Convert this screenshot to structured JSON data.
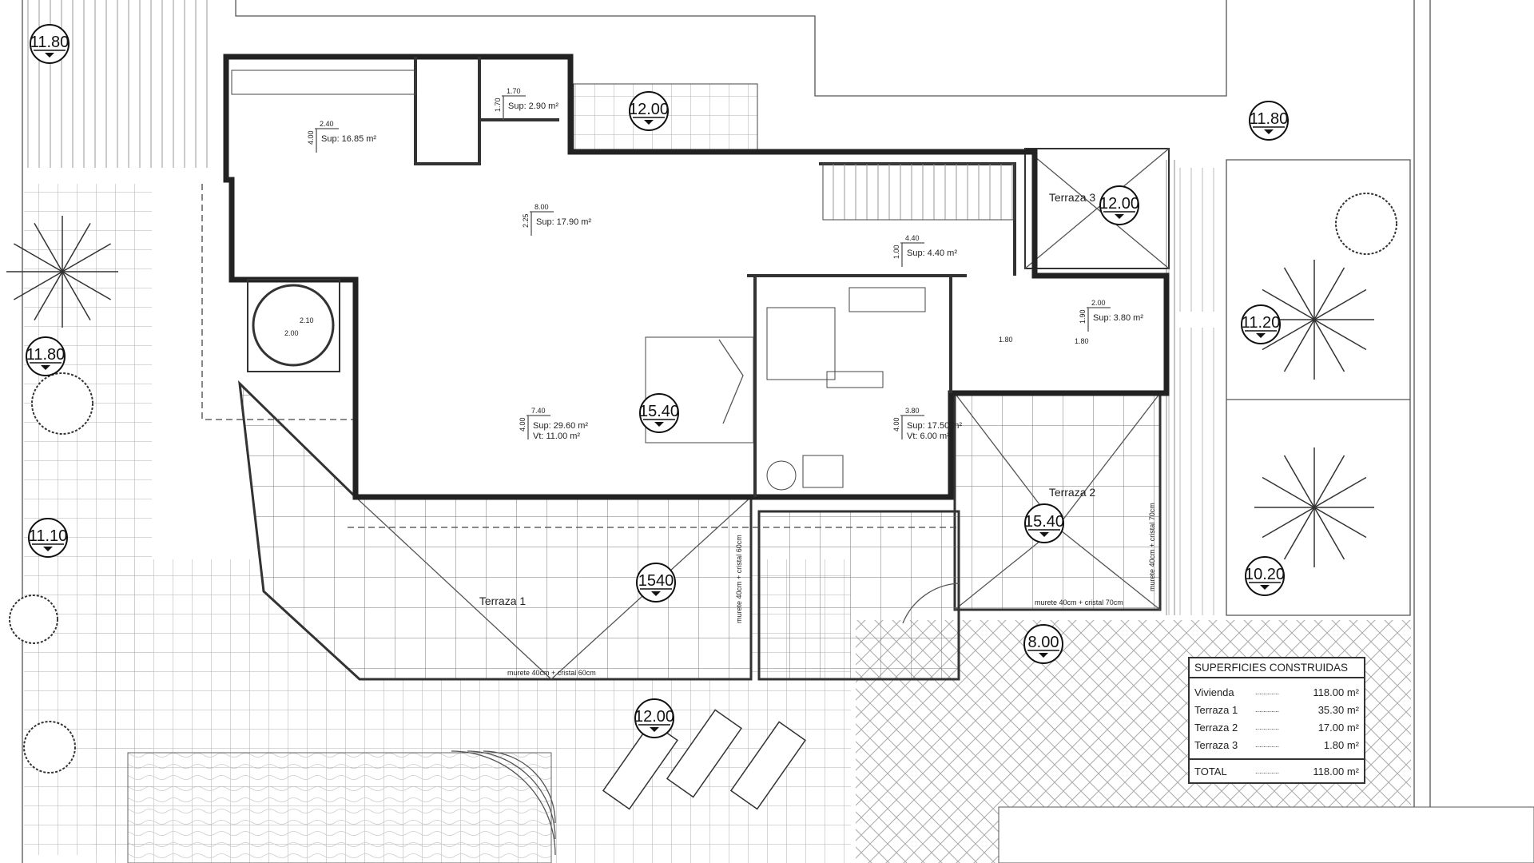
{
  "plan": {
    "elevations": [
      "11.80",
      "12.00",
      "11.80",
      "12.00",
      "11.20",
      "11.80",
      "15.40",
      "11.10",
      "15.40",
      "1540",
      "10.20",
      "8.00",
      "12.00"
    ],
    "rooms": [
      {
        "sup": "Sup: 16.85 m²",
        "w": "2.40",
        "h": "4.00"
      },
      {
        "sup": "Sup: 2.90 m²",
        "w": "1.70",
        "h": "1.70"
      },
      {
        "sup": "Sup: 17.90 m²",
        "w": "8.00",
        "h": "2.25"
      },
      {
        "sup": "Sup: 4.40 m²",
        "w": "4.40",
        "h": "1.00"
      },
      {
        "sup": "Sup: 3.80 m²",
        "w": "2.00",
        "h": "1.90"
      },
      {
        "sup": "Sup: 29.60 m²",
        "vt": "Vt: 11.00 m²",
        "w": "7.40",
        "h": "4.00"
      },
      {
        "sup": "Sup: 17.50 m²",
        "vt": "Vt: 6.00 m²",
        "w": "3.80",
        "h": "4.00"
      }
    ],
    "extra_dims": [
      "1.80",
      "1.80",
      "2.10",
      "2.00"
    ],
    "terraces": [
      "Terraza 1",
      "Terraza 2",
      "Terraza 3"
    ],
    "railing_notes": [
      "murete 40cm + cristal 60cm",
      "murete 40cm + cristal 70cm",
      "murete 40cm + cristal 60cm",
      "murete 40cm + cristal 70cm"
    ]
  },
  "table": {
    "title": "SUPERFICIES CONSTRUIDAS",
    "rows": [
      {
        "label": "Vivienda",
        "dots": "............",
        "value": "118.00 m²"
      },
      {
        "label": "Terraza 1",
        "dots": "............",
        "value": "35.30 m²"
      },
      {
        "label": "Terraza 2",
        "dots": "............",
        "value": "17.00 m²"
      },
      {
        "label": "Terraza 3",
        "dots": "............",
        "value": "1.80 m²"
      }
    ],
    "total": {
      "label": "TOTAL",
      "dots": "............",
      "value": "118.00 m²"
    }
  }
}
